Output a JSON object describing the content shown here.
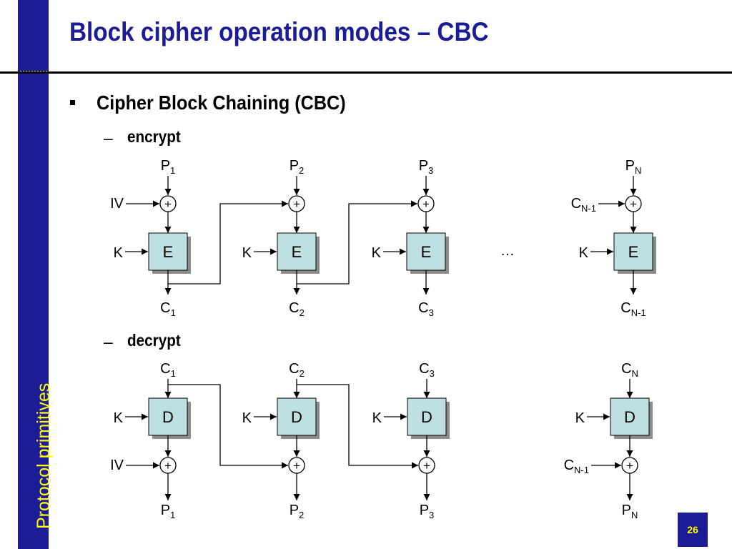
{
  "sidebar": {
    "label": "Protocol primitives"
  },
  "title": "Block cipher operation modes – CBC",
  "bullet": "Cipher Block Chaining (CBC)",
  "encrypt": {
    "heading": "encrypt",
    "columns": [
      {
        "plain": "P",
        "plain_sub": "1",
        "left_in": "IV",
        "left_in_sub": "",
        "key": "K",
        "box": "E",
        "cipher": "C",
        "cipher_sub": "1"
      },
      {
        "plain": "P",
        "plain_sub": "2",
        "left_in": "",
        "left_in_sub": "",
        "key": "K",
        "box": "E",
        "cipher": "C",
        "cipher_sub": "2"
      },
      {
        "plain": "P",
        "plain_sub": "3",
        "left_in": "",
        "left_in_sub": "",
        "key": "K",
        "box": "E",
        "cipher": "C",
        "cipher_sub": "3"
      },
      {
        "plain": "P",
        "plain_sub": "N",
        "left_in": "C",
        "left_in_sub": "N-1",
        "key": "K",
        "box": "E",
        "cipher": "C",
        "cipher_sub": "N-1"
      }
    ],
    "ellipsis": "…",
    "xor": "+"
  },
  "decrypt": {
    "heading": "decrypt",
    "columns": [
      {
        "cipher": "C",
        "cipher_sub": "1",
        "key": "K",
        "box": "D",
        "left_in": "IV",
        "left_in_sub": "",
        "plain": "P",
        "plain_sub": "1"
      },
      {
        "cipher": "C",
        "cipher_sub": "2",
        "key": "K",
        "box": "D",
        "left_in": "",
        "left_in_sub": "",
        "plain": "P",
        "plain_sub": "2"
      },
      {
        "cipher": "C",
        "cipher_sub": "3",
        "key": "K",
        "box": "D",
        "left_in": "",
        "left_in_sub": "",
        "plain": "P",
        "plain_sub": "3"
      },
      {
        "cipher": "C",
        "cipher_sub": "N",
        "key": "K",
        "box": "D",
        "left_in": "C",
        "left_in_sub": "N-1",
        "plain": "P",
        "plain_sub": "N"
      }
    ],
    "xor": "+"
  },
  "page_number": "26",
  "colors": {
    "sidebar": "#1c1c96",
    "accent_text": "#ffff00",
    "title": "#1c1c96",
    "cipher_box": "#bfe0e0",
    "box_shadow": "#8c8c8c"
  }
}
